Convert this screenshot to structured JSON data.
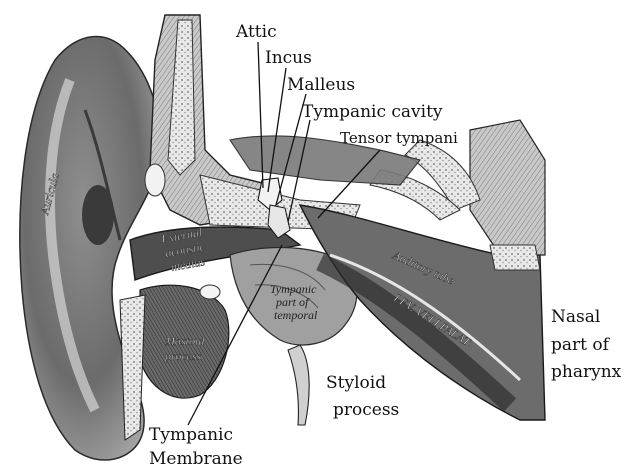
{
  "labels": {
    "attic": "Attic",
    "incus": "Incus",
    "malleus": "Malleus",
    "tympanic_cavity": "Tympanic cavity",
    "tensor_tympani": "Tensor tympani",
    "nasal_line1": "Nasal",
    "nasal_line2": "part of",
    "nasal_line3": "pharynx",
    "styloid_line1": "Styloid",
    "styloid_line2": "process",
    "tympanic_membrane_line1": "Tympanic",
    "tympanic_membrane_line2": "Membrane"
  },
  "engraved_labels": {
    "auricula": "Auricula",
    "external_line1": "External",
    "external_line2": "acoustic",
    "external_line3": "meatus",
    "auditory_tube": "Auditory tube",
    "lev_veli": "LEV. VELI PALAT.",
    "tympanic_part_line1": "Tympanic",
    "tympanic_part_line2": "part of",
    "tympanic_part_line3": "temporal",
    "mastoid_line1": "Mastoid",
    "mastoid_line2": "process"
  }
}
